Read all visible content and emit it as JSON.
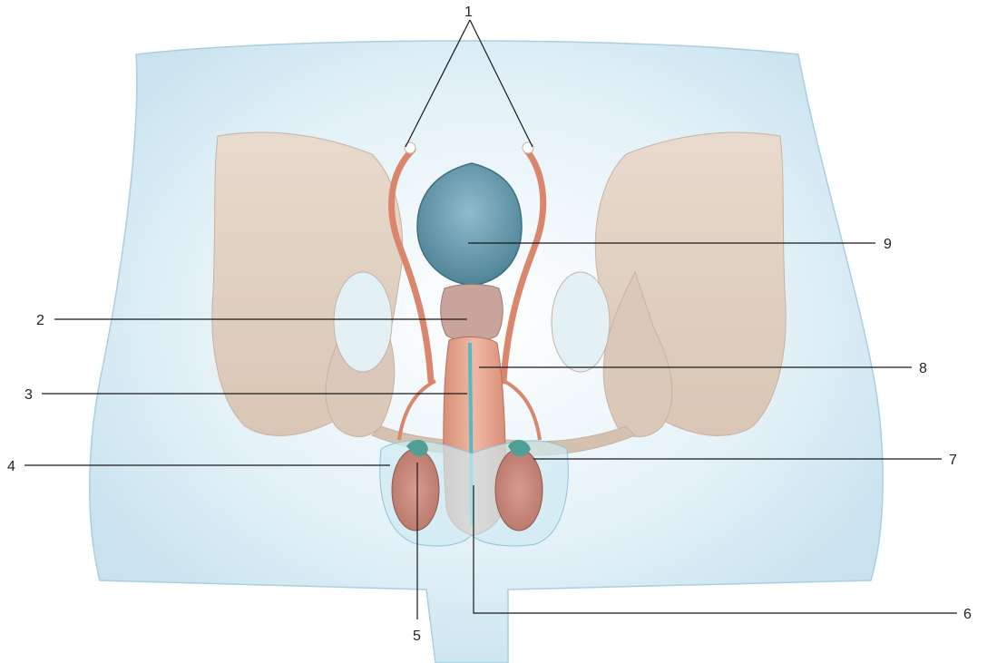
{
  "diagram": {
    "labels": [
      "1",
      "2",
      "3",
      "4",
      "5",
      "6",
      "7",
      "8",
      "9"
    ]
  },
  "colors": {
    "body_fill": "#dceef5",
    "body_edge": "#a9cfe0",
    "bone": "#e6d6c8",
    "bone_shadow": "#cdb8a6",
    "bladder": "#6e9fb1",
    "ureter": "#d9866c",
    "prostate": "#c9a49a",
    "penis": "#e6a58e",
    "urethra": "#57b9c3",
    "testis": "#c98a7e",
    "scrotum": "#bfe3ee",
    "epididymis": "#4f9f96",
    "leader_line": "#1a1a1a"
  }
}
